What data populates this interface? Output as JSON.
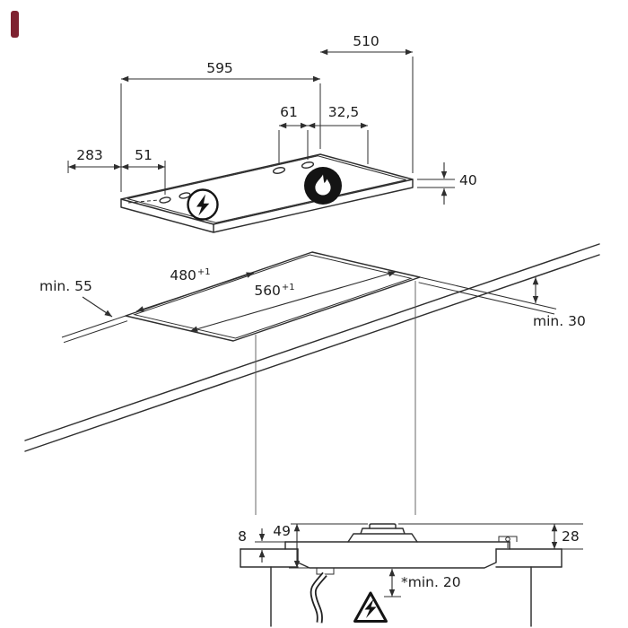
{
  "diagram": {
    "kind": "built-in gas hob installation drawing",
    "line_color": "#2e2e2e",
    "background": "#ffffff",
    "accent_mark_color": "#7e2230"
  },
  "top_view": {
    "hob_width": "595",
    "hob_depth": "510",
    "burner_pitch": "61",
    "burner_edge_offset": "32,5",
    "edge_offset": "283",
    "knob_offset": "51",
    "build_in_height": "40",
    "icons": {
      "ignition": "lightning-bolt-circle",
      "burner": "flame-circle"
    }
  },
  "worktop_view": {
    "side_clearance": "min. 55",
    "rear_clearance": "min. 30",
    "cutout_depth": "480",
    "cutout_depth_tolerance": "+1",
    "cutout_width": "560",
    "cutout_width_tolerance": "+1"
  },
  "side_view": {
    "glass_above_worktop": "8",
    "height_below_glass": "49",
    "height_above_worktop": "28",
    "min_bottom_clearance": "*min. 20",
    "icons": {
      "hazard": "electric-shock-warning-triangle"
    }
  }
}
